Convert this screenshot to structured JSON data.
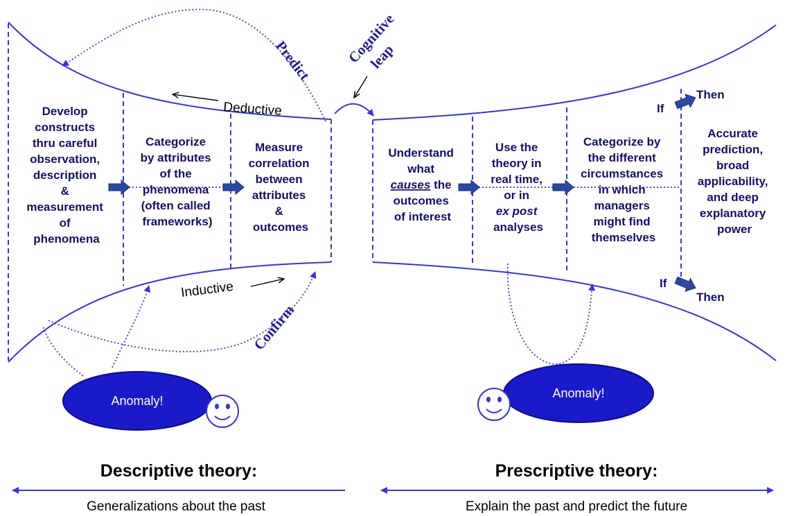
{
  "colors": {
    "accent": "#3636d0",
    "ellipse": "#1a1ac8",
    "text_dark": "#111166",
    "arrow": "#2a4aa0"
  },
  "left_boxes": [
    [
      "Develop",
      "constructs",
      "thru careful",
      "observation,",
      "description",
      "&",
      "measurement",
      "of",
      "phenomena"
    ],
    [
      "Categorize",
      "by attributes",
      "of the",
      "phenomena",
      "(often called",
      "frameworks)"
    ],
    [
      "Measure",
      "correlation",
      "between",
      "attributes",
      "&",
      "outcomes"
    ]
  ],
  "right_boxes": {
    "understand": {
      "l1": "Understand",
      "l2": "what",
      "causes": "causes",
      "the": " the",
      "l4": "outcomes",
      "l5": "of interest"
    },
    "use": {
      "l1": "Use the",
      "l2": "theory in",
      "l3": "real time,",
      "l4": "or in",
      "ex_post": "ex post",
      "l6": "analyses"
    },
    "categorize": [
      "Categorize by",
      "the different",
      "circumstances",
      "in which",
      "managers",
      "might find",
      "themselves"
    ],
    "accurate": [
      "Accurate",
      "prediction,",
      "broad",
      "applicability,",
      "and deep",
      "explanatory",
      "power"
    ]
  },
  "labels": {
    "deductive": "Deductive",
    "inductive": "Inductive",
    "predict": "Predict",
    "confirm": "Confirm",
    "cognitive": "Cognitive",
    "leap": "leap",
    "if_top": "If",
    "then_top": "Then",
    "if_bottom": "If",
    "then_bottom": "Then",
    "anomaly_left": "Anomaly!",
    "anomaly_right": "Anomaly!"
  },
  "footer": {
    "descriptive_title": "Descriptive theory:",
    "descriptive_sub": "Generalizations about the past",
    "prescriptive_title": "Prescriptive theory:",
    "prescriptive_sub": "Explain the past and predict the future"
  }
}
